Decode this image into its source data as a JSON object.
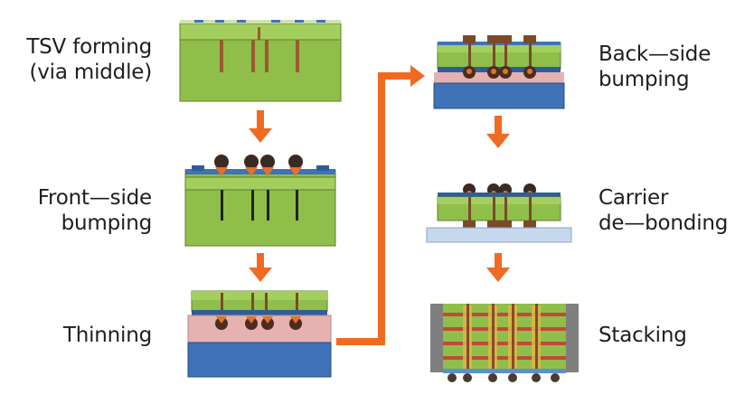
{
  "steps": {
    "tsv_forming": {
      "line1": "TSV forming",
      "line2": "(via middle)"
    },
    "front_side_bumping": {
      "line1": "Front—side",
      "line2": "bumping"
    },
    "thinning": {
      "line1": "Thinning"
    },
    "back_side_bumping": {
      "line1": "Back—side",
      "line2": "bumping"
    },
    "carrier_debonding": {
      "line1": "Carrier",
      "line2": "de—bonding"
    },
    "stacking": {
      "line1": "Stacking"
    }
  },
  "colors": {
    "silicon": "#8fbf4a",
    "silicon_top": "#a4cf5e",
    "carrier": "#3f72b7",
    "carrier_light": "#c7d7ee",
    "adhesive": "#e6b1b1",
    "passivation": "#2f5d9a",
    "bump": "#5a3a2a",
    "bump_solder": "#e2722a",
    "via": "#7a4a2a",
    "arrow": "#f06a22",
    "mold": "#7f7f7f"
  }
}
